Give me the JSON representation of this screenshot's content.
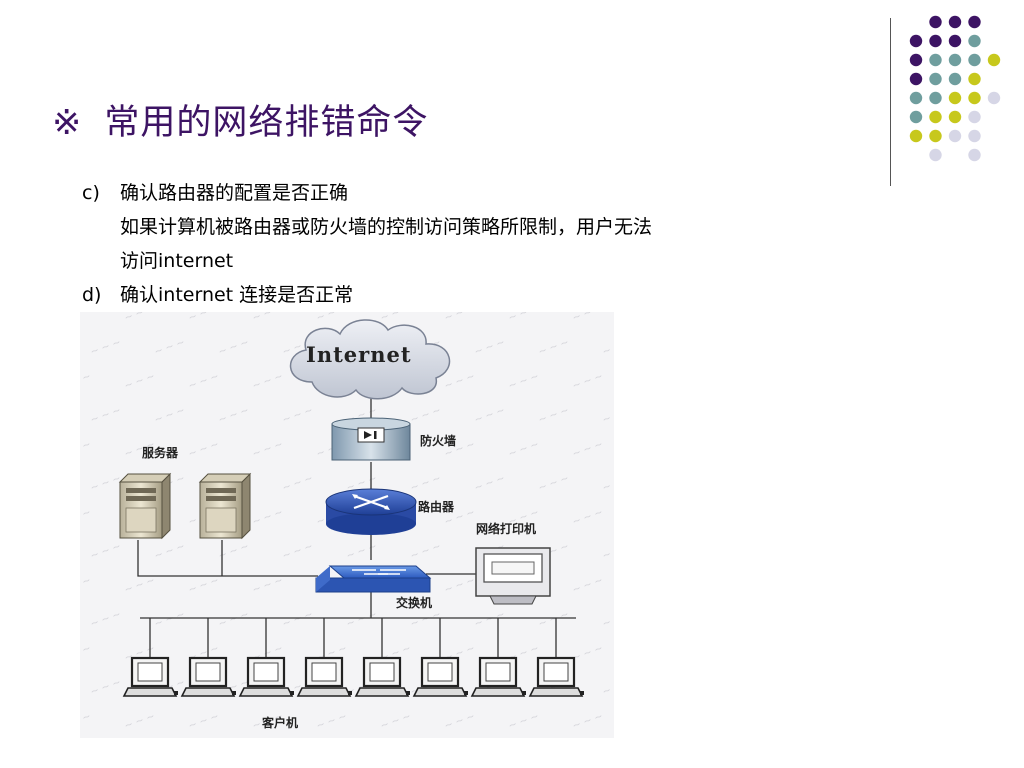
{
  "title": {
    "mark": "※",
    "text": "常用的网络排错命令"
  },
  "content": {
    "item_c_label": "c)",
    "item_c_text": "确认路由器的配置是否正确",
    "item_c_detail_line1": "如果计算机被路由器或防火墙的控制访问策略所限制，用户无法",
    "item_c_detail_line2": "访问internet",
    "item_d_label": "d)",
    "item_d_text": "确认internet 连接是否正常"
  },
  "diagram": {
    "cloud_label": "Internet",
    "firewall_label": "防火墙",
    "router_label": "路由器",
    "server_label": "服务器",
    "printer_label": "网络打印机",
    "switch_label": "交换机",
    "client_label": "客户机",
    "client_count": 8,
    "server_count": 2
  },
  "decoration": {
    "dot_colors": [
      "#3d1464",
      "#6f9e9e",
      "#c7c81c",
      "#d6d6e6"
    ]
  }
}
